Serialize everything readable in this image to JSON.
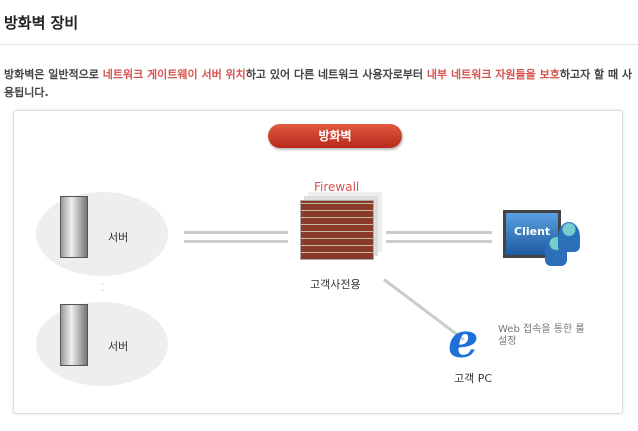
{
  "title": "방화벽 장비",
  "description": {
    "p1": "방화벽은 일반적으로 ",
    "h1": "네트워크 게이트웨이 서버 위치",
    "p2": "하고 있어 다른 네트워크 사용자로부터 ",
    "h2": "내부 네트워크 자원들을 보호",
    "p3": "하고자 할 때 사용됩니다."
  },
  "diagram": {
    "header": "방화벽",
    "firewall_label": "Firewall",
    "firewall_caption": "고객사전용",
    "server1": "서버",
    "server2": "서버",
    "client_text": "Client",
    "pc_label": "고객 PC",
    "web_note": "Web 접속을 통한 룰 설정"
  }
}
